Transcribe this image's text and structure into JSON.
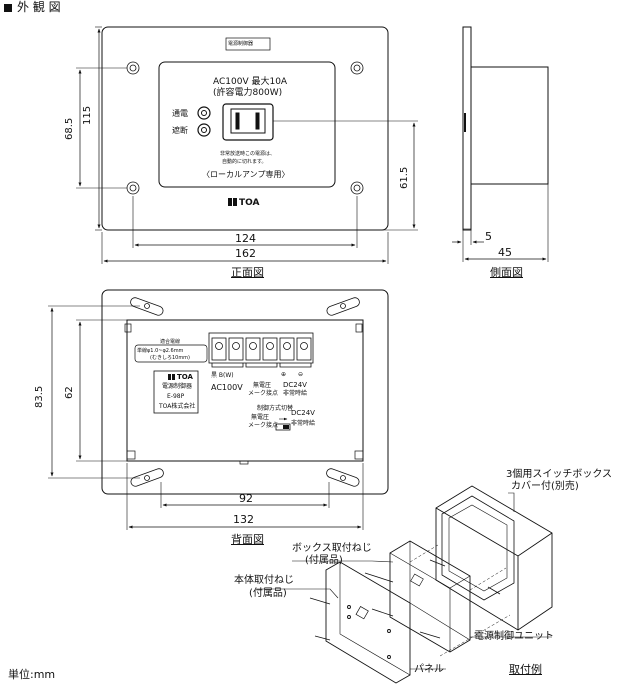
{
  "section_title": "外 観 図",
  "front_view": {
    "top_label": "電源制御器",
    "rating_line1": "AC100V 最大10A",
    "rating_line2": "(許容電力800W)",
    "lamp_power": "通電",
    "lamp_cutoff": "遮断",
    "note_line1": "非常放送時この電源は、",
    "note_line2": "自動的に切れます。",
    "local_amp": "〈ローカルアンプ専用〉",
    "brand": "TOA",
    "dim_height": "115",
    "dim_hole_v": "68.5",
    "dim_socket": "61.5",
    "dim_hole_h": "124",
    "dim_width": "162",
    "caption": "正面図"
  },
  "side_view": {
    "dim_thin": "5",
    "dim_depth": "45",
    "caption": "側面図"
  },
  "back_view": {
    "wire_title": "適合電線",
    "wire_spec1": "単線φ1.0~φ2.6mm",
    "wire_spec2": "(むきしろ10mm)",
    "brand": "TOA",
    "plate_line1": "電源制御器",
    "plate_line2": "E-98P",
    "plate_line3": "TOA株式会社",
    "term_left": "黒 B(W)",
    "term_ac": "AC100V",
    "term_mid": "無電圧",
    "term_mid2": "メーク接点",
    "term_right": "DC24V",
    "term_right2": "非常時給",
    "term_plus": "⊕",
    "term_minus": "⊖",
    "switch_title": "制御方式切替",
    "switch_left": "無電圧",
    "switch_left2": "メーク接点",
    "switch_right": "DC24V",
    "switch_right2": "非常時給",
    "dim_height": "83.5",
    "dim_inner": "62",
    "dim_hole": "92",
    "dim_width": "132",
    "caption": "背面図"
  },
  "install": {
    "box_label1": "3個用スイッチボックス",
    "box_label2": "カバー付(別売)",
    "box_screw1": "ボックス取付ねじ",
    "box_screw2": "(付属品)",
    "body_screw1": "本体取付ねじ",
    "body_screw2": "(付属品)",
    "unit_label": "電源制御ユニット",
    "panel_label": "パネル",
    "caption": "取付例"
  },
  "unit_note": "単位:mm"
}
